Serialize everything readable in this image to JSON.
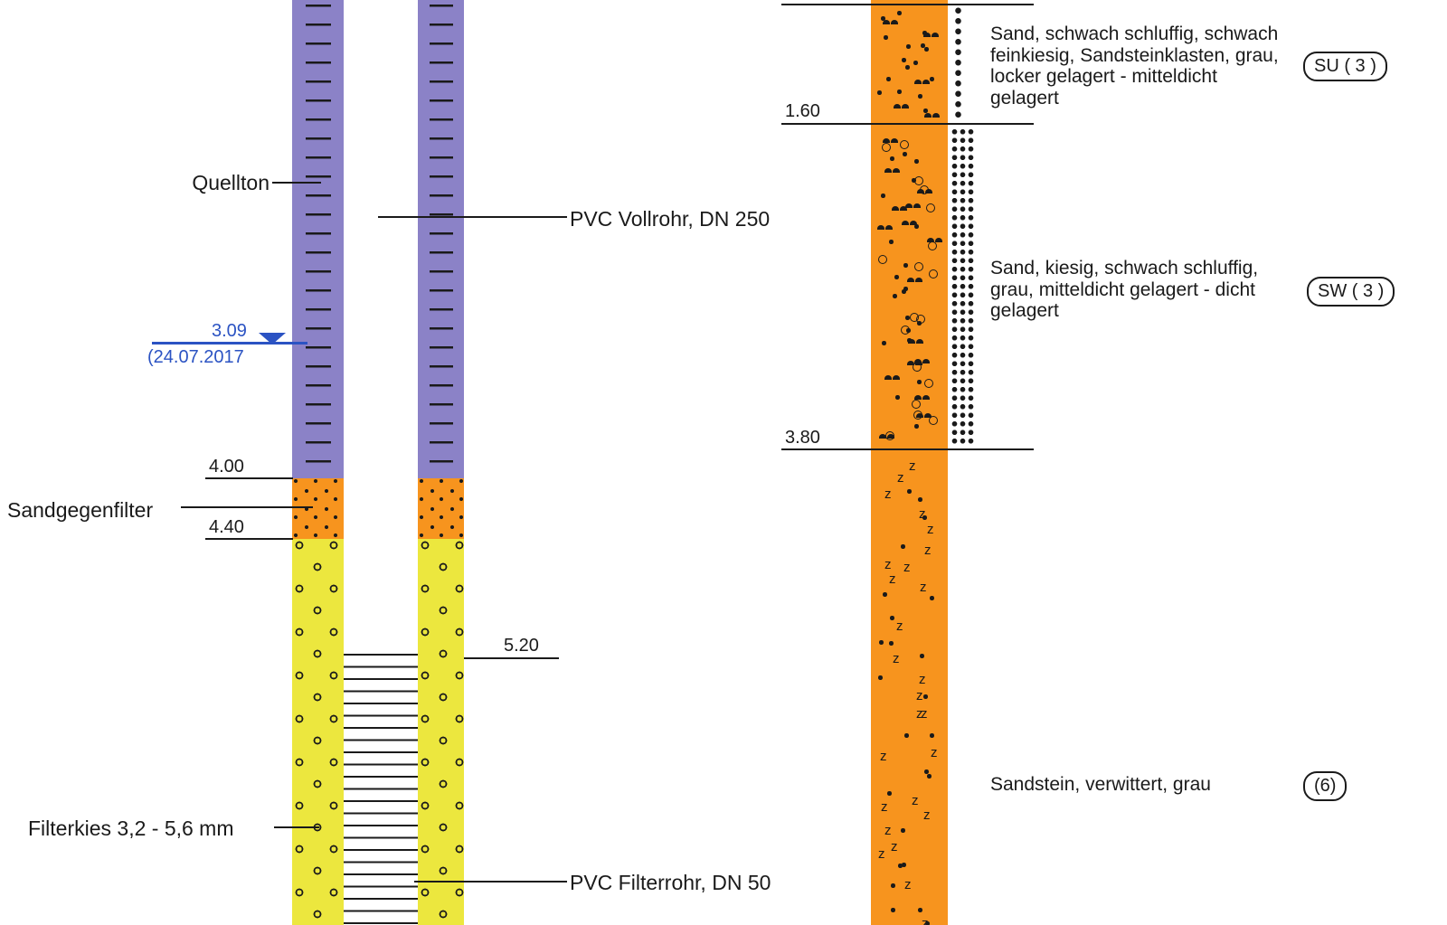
{
  "colors": {
    "seal_purple": "#8b82c7",
    "filter_orange": "#f7941e",
    "gravel_yellow": "#ece73e",
    "water_blue": "#2b53c3",
    "line_black": "#1a1a1a"
  },
  "well": {
    "labels": {
      "quellton": "Quellton",
      "sandgegenfilter": "Sandgegenfilter",
      "filterkies": "Filterkies 3,2 - 5,6 mm",
      "vollrohr": "PVC Vollrohr, DN 250",
      "filterrohr": "PVC Filterrohr, DN 50"
    },
    "water_level": {
      "value": "3.09",
      "date": "(24.07.2017"
    },
    "depths": {
      "seal_bottom": "4.00",
      "sand_filter_bottom": "4.40",
      "screen_top": "5.20"
    }
  },
  "profile": {
    "depths": {
      "layer1_bottom": "1.60",
      "layer2_bottom": "3.80"
    },
    "layers": [
      {
        "description": "Sand, schwach schluffig, schwach\nfeinkiesig, Sandsteinklasten, grau,\nlocker gelagert - mitteldicht\ngelagert",
        "badge": "SU ( 3 )"
      },
      {
        "description": "Sand, kiesig, schwach schluffig,\ngrau, mitteldicht gelagert - dicht\ngelagert",
        "badge": "SW ( 3 )"
      },
      {
        "description": "Sandstein, verwittert, grau",
        "badge": "(6)"
      }
    ]
  }
}
